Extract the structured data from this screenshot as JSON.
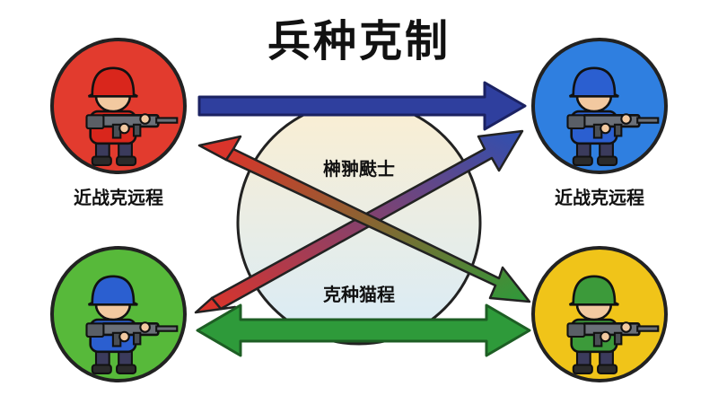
{
  "title": "兵种克制",
  "units": {
    "top_left": {
      "label": "近战克远程",
      "circle_color": "#e23b2e",
      "helmet_color": "#d9261c",
      "icon": "red-soldier-icon"
    },
    "top_right": {
      "label": "近战克远程",
      "circle_color": "#2f7fe0",
      "helmet_color": "#2b5fd0",
      "icon": "blue-soldier-icon"
    },
    "bottom_left": {
      "label": "",
      "circle_color": "#57b93a",
      "helmet_color": "#2b5fd0",
      "icon": "blue-soldier-icon"
    },
    "bottom_right": {
      "label": "",
      "circle_color": "#f0c419",
      "helmet_color": "#3c9a3a",
      "icon": "green-soldier-icon"
    }
  },
  "center": {
    "top_text": "榊翀颫士",
    "bottom_text": "克种猫程"
  },
  "colors": {
    "arrow_blue": "#2f3f9e",
    "arrow_red": "#d9342b",
    "arrow_green": "#2e9a3a",
    "center_circle_top": "#fbeed2",
    "center_circle_bottom": "#d8ecf8"
  }
}
